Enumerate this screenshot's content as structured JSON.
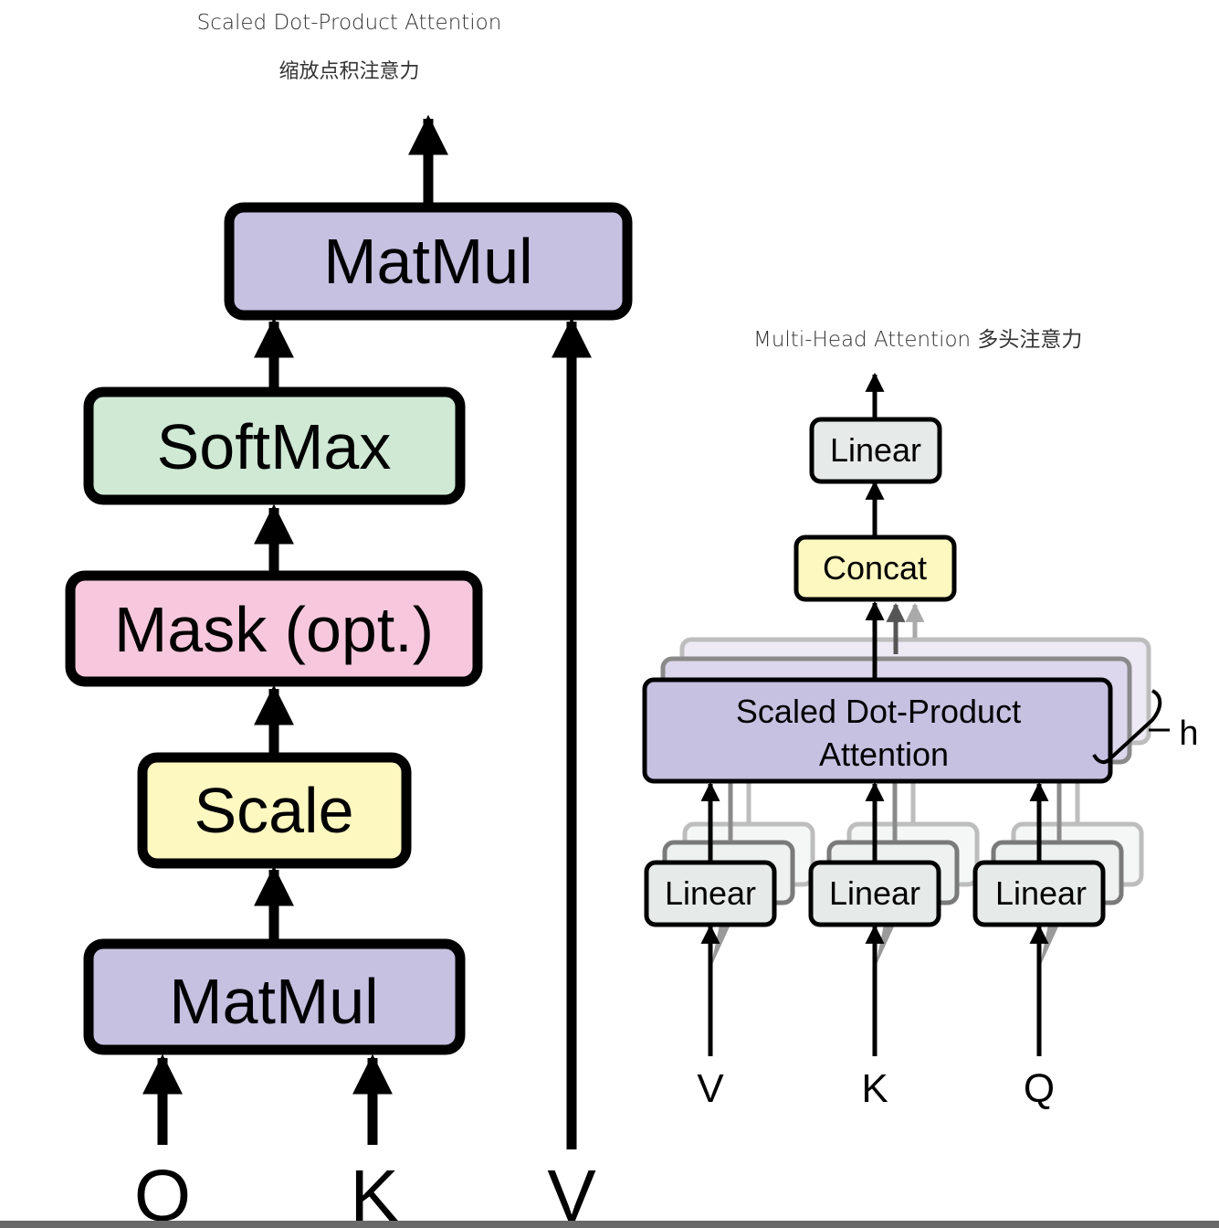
{
  "captions": {
    "left_title": "Scaled Dot-Product Attention",
    "left_title_zh": "缩放点积注意力",
    "right_title": "Multi-Head Attention  多头注意力"
  },
  "left_diagram": {
    "blocks": {
      "matmul_top": "MatMul",
      "softmax": "SoftMax",
      "mask": "Mask (opt.)",
      "scale": "Scale",
      "matmul_bottom": "MatMul"
    },
    "inputs": {
      "q": "Q",
      "k": "K",
      "v": "V"
    }
  },
  "right_diagram": {
    "blocks": {
      "linear_out": "Linear",
      "concat": "Concat",
      "attention_line1": "Scaled Dot-Product",
      "attention_line2": "Attention",
      "linear_v": "Linear",
      "linear_k": "Linear",
      "linear_q": "Linear"
    },
    "heads_label": "h",
    "inputs": {
      "v": "V",
      "k": "K",
      "q": "Q"
    }
  },
  "colors": {
    "matmul": "#c6c0e1",
    "softmax": "#cfe9d5",
    "mask": "#f7c8dd",
    "scale": "#fdf7c0",
    "linear": "#e6ebe9",
    "concat": "#fdf7c0",
    "attention": "#c6c0e1",
    "stroke": "#000000"
  }
}
